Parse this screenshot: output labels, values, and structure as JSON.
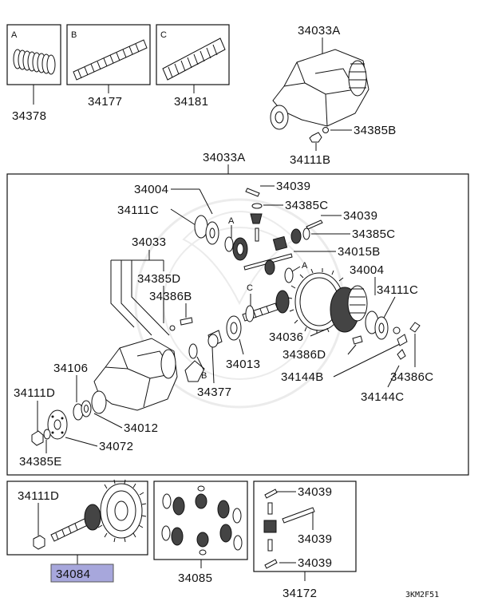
{
  "kits": {
    "a": {
      "letter": "A",
      "part": "34378"
    },
    "b": {
      "letter": "B",
      "part": "34177"
    },
    "c": {
      "letter": "C",
      "part": "34181"
    }
  },
  "carrier_top": {
    "part": "34033A",
    "bolt": "34385B",
    "nut": "34111B"
  },
  "main_assembly": {
    "part": "34033A",
    "labels": {
      "p34004_a": "34004",
      "p34039_a": "34039",
      "p34111c_a": "34111C",
      "p34385c_a": "34385C",
      "p34039_b": "34039",
      "p34385c_b": "34385C",
      "p34033": "34033",
      "p34015b": "34015B",
      "p34385d": "34385D",
      "p34004_b": "34004",
      "p34386b": "34386B",
      "p34111c_b": "34111C",
      "p34106": "34106",
      "p34036": "34036",
      "p34386d": "34386D",
      "p34013": "34013",
      "p34111d": "34111D",
      "p34144b": "34144B",
      "p34386c": "34386C",
      "p34377": "34377",
      "p34144c": "34144C",
      "p34012": "34012",
      "p34072": "34072",
      "p34385e": "34385E"
    },
    "letters": {
      "a1": "A",
      "a2": "A",
      "b": "B",
      "c": "C"
    }
  },
  "gear_set": {
    "nut": "34111D",
    "part": "34084",
    "highlight_color": "#a7a7dc"
  },
  "pinion_kit": {
    "part": "34085"
  },
  "shaft_kit": {
    "p1": "34039",
    "p2": "34039",
    "p3": "34039",
    "part": "34172"
  },
  "diagram_code": "3KM2F51"
}
